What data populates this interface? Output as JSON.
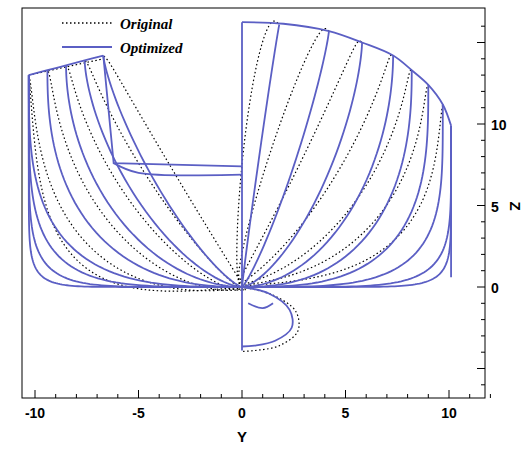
{
  "diagram": {
    "labels": [
      "-10",
      "-5",
      "0",
      "5",
      "10",
      "0",
      "5",
      "10",
      "Y",
      "Z"
    ],
    "legend": [
      {
        "text": "Original"
      },
      {
        "text": "Optimized"
      }
    ]
  }
}
